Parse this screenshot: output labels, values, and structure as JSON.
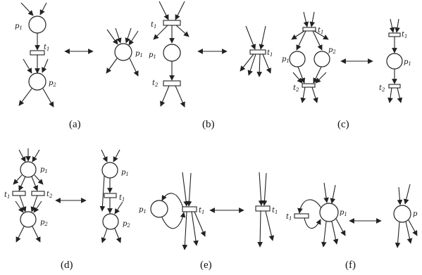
{
  "figure": {
    "captions": [
      "(a)",
      "(b)",
      "(c)",
      "(d)",
      "(e)",
      "(f)"
    ],
    "labels": {
      "p": "p",
      "t": "t",
      "i1": "1",
      "i2": "2"
    }
  }
}
